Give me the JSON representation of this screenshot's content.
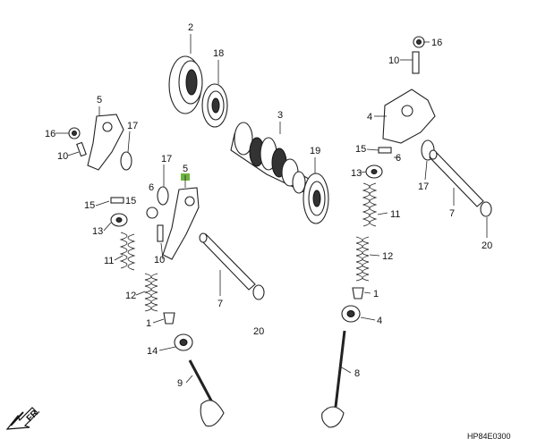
{
  "diagram": {
    "code": "HP84E0300",
    "direction_label": "FR.",
    "highlight_color": "#6db33f",
    "callouts": {
      "c2": "2",
      "c18": "18",
      "c3": "3",
      "c19": "19",
      "c5a": "5",
      "c16a": "16",
      "c10a": "10",
      "c17a": "17",
      "c17b": "17",
      "c6": "6",
      "c5b": "5",
      "c15a": "15",
      "c13a": "13",
      "c11a": "11",
      "c12a": "12",
      "c1a": "1",
      "c14": "14",
      "c9": "9",
      "c10b": "10",
      "c7a": "7",
      "c20a": "20",
      "c16b": "16",
      "c10c": "10",
      "c4a": "4",
      "c15b": "15",
      "c6b": "6",
      "c17c": "17",
      "c7b": "7",
      "c20b": "20",
      "c13b": "13",
      "c11b": "11",
      "c12b": "12",
      "c1b": "1",
      "c4b": "4",
      "c8": "8"
    }
  }
}
